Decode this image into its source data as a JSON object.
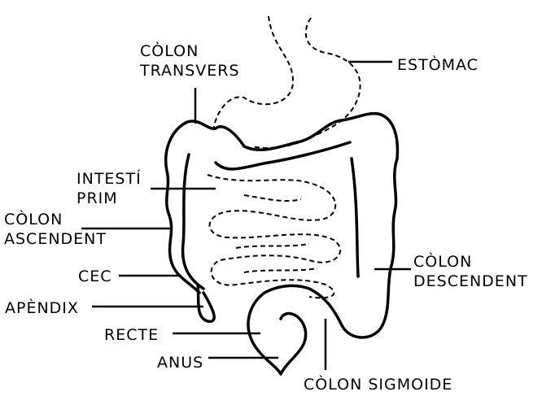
{
  "labels": {
    "colon_transvers": [
      "CÒLON",
      "TRANSVERS"
    ],
    "estomac": "ESTÒMAC",
    "intesti_prim": [
      "INTESTÍ",
      "PRIM"
    ],
    "colon_ascendent": [
      "CÒLON",
      "ASCENDENT"
    ],
    "cec": "CEC",
    "apendix": "APÈNDIX",
    "recte": "RECTE",
    "anus": "ANUS",
    "colon_descendent": [
      "CÒLON",
      "DESCENDENT"
    ],
    "colon_sigmoide": "CÒLON SIGMOIDE"
  }
}
